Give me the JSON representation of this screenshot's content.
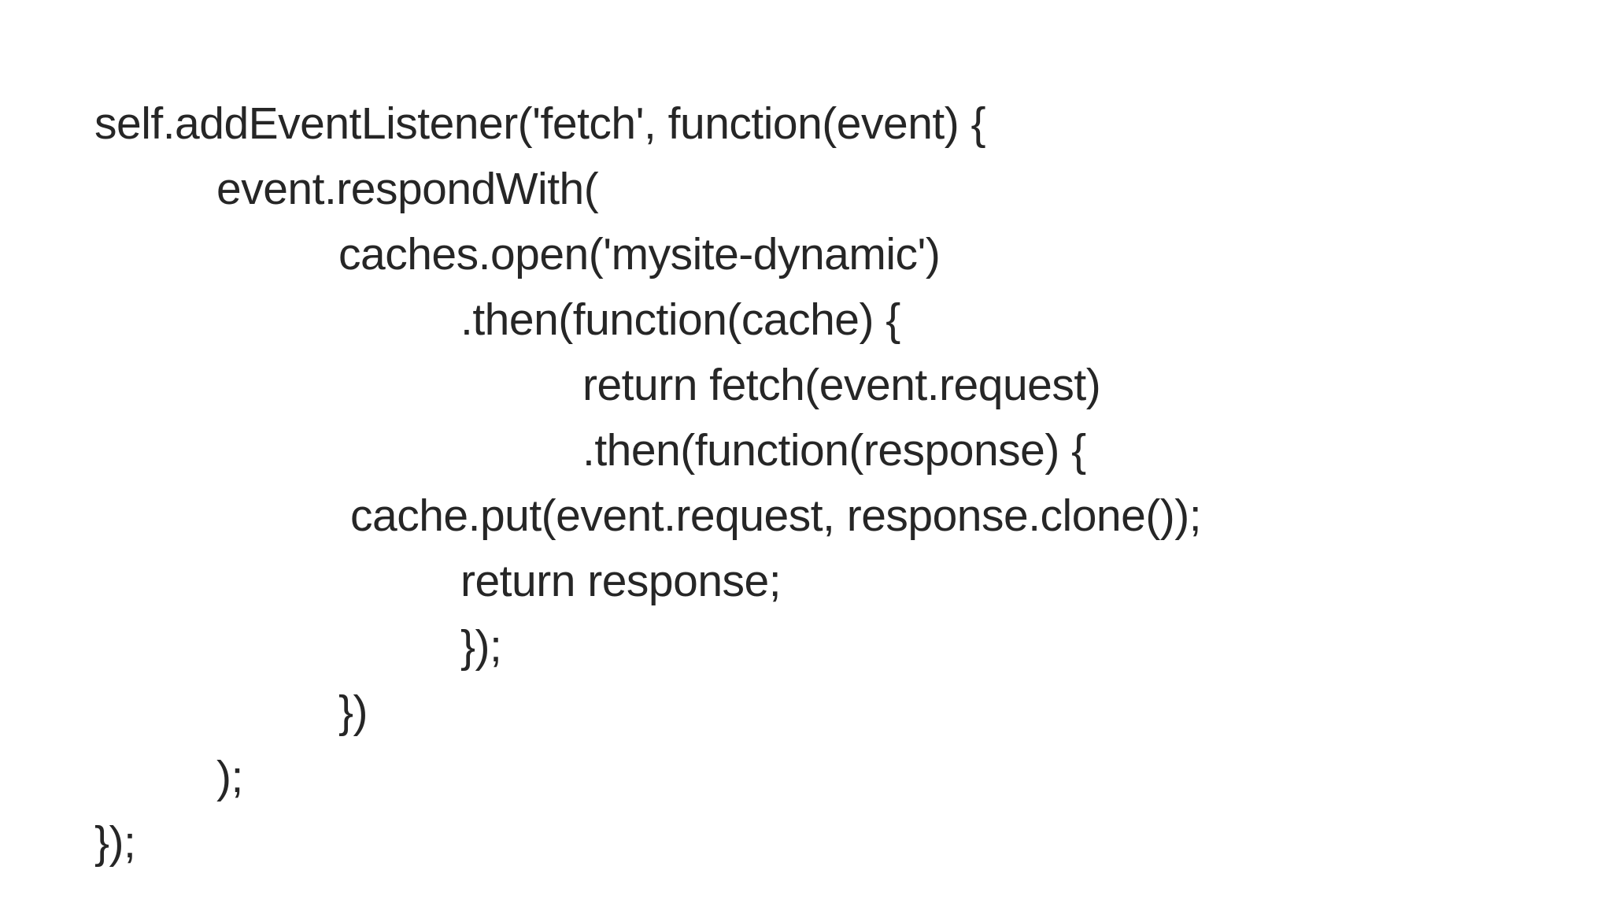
{
  "code": {
    "lines": [
      "self.addEventListener('fetch', function(event) {",
      "event.respondWith(",
      "caches.open('mysite-dynamic')",
      ".then(function(cache) {",
      "return fetch(event.request)",
      ".then(function(response) {",
      "cache.put(event.request, response.clone());",
      "return response;",
      "});",
      "})",
      ");",
      "});"
    ]
  }
}
